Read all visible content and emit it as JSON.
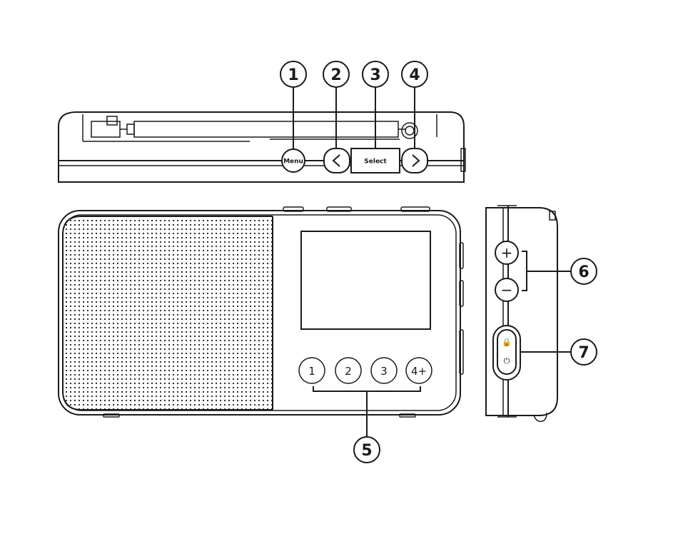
{
  "callouts": [
    "1",
    "2",
    "3",
    "4",
    "5",
    "6",
    "7"
  ],
  "top_view": {
    "menu_label": "Menu",
    "prev_symbol": "<",
    "select_label": "Select",
    "next_symbol": ">"
  },
  "front_view": {
    "presets": [
      "1",
      "2",
      "3",
      "4+"
    ]
  },
  "side_view": {
    "volume_up_symbol": "+",
    "volume_down_symbol": "−",
    "lock_icon": "🔒",
    "power_icon": "⏻"
  }
}
